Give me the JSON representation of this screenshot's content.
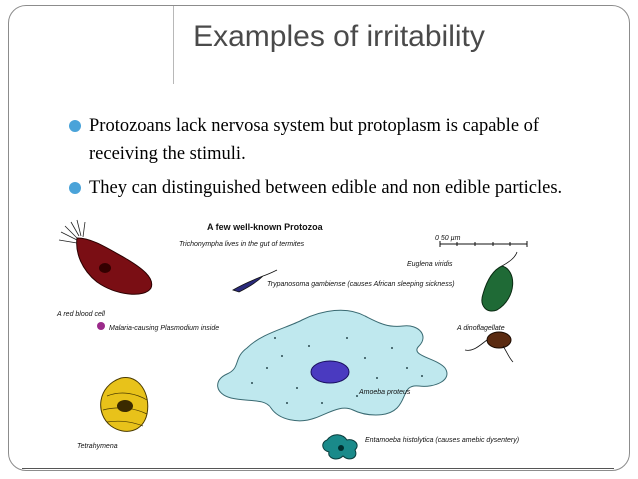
{
  "slide": {
    "title": "Examples of irritability",
    "bullets": [
      "Protozoans lack nervosa system but  protoplasm is capable of receiving the stimuli.",
      "They can distinguished between edible and non edible particles."
    ],
    "bullet_color": "#4aa3d9"
  },
  "figure": {
    "title": "A few well-known Protozoa",
    "scale_label": "0          50 µm",
    "captions": {
      "trichonympha": "Trichonympha lives in the gut of termites",
      "trypanosoma": "Trypanosoma gambiense (causes African sleeping sickness)",
      "euglena": "Euglena viridis",
      "rbc": "A red blood cell",
      "plasmodium": "Malaria-causing Plasmodium inside",
      "dinoflagellate": "A dinoflagellate",
      "tetrahymena": "Tetrahymena",
      "amoeba": "Amoeba proteus",
      "entamoeba": "Entamoeba histolytica (causes amebic dysentery)"
    }
  }
}
